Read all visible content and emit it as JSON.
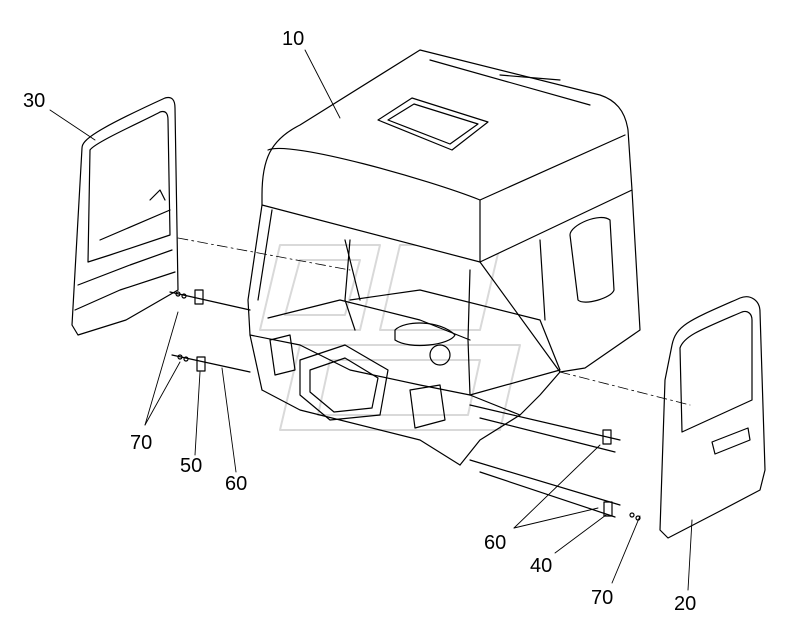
{
  "diagram": {
    "callouts": {
      "cab": "10",
      "left_door": "30",
      "right_door": "20",
      "left_bolt": "70",
      "left_hinge": "50",
      "left_pin": "60",
      "right_pin": "60",
      "right_hinge": "40",
      "right_bolt": "70"
    },
    "line_color": "#000000",
    "background": "#ffffff",
    "watermark_color": "#d9d9d9"
  }
}
